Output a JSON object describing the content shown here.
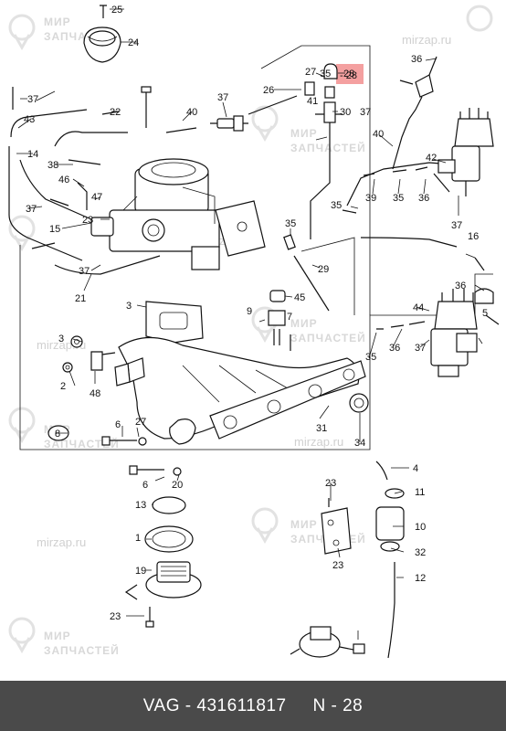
{
  "watermark": {
    "line1": "МИР",
    "line2": "ЗАПЧАСТЕЙ",
    "site": "mirzap.ru"
  },
  "highlight": {
    "label": "28",
    "color": "#f4a0a0"
  },
  "callouts": [
    "25",
    "24",
    "37",
    "43",
    "22",
    "14",
    "38",
    "46",
    "47",
    "23",
    "15",
    "37",
    "37",
    "21",
    "37",
    "40",
    "26",
    "27",
    "28",
    "30",
    "35",
    "37",
    "41",
    "40",
    "36",
    "42",
    "35",
    "39",
    "35",
    "36",
    "37",
    "16",
    "35",
    "29",
    "45",
    "7",
    "9",
    "3",
    "3",
    "2",
    "48",
    "36",
    "44",
    "35",
    "36",
    "37",
    "5",
    "6",
    "27",
    "8",
    "31",
    "34",
    "4",
    "6",
    "20",
    "23",
    "11",
    "13",
    "1",
    "10",
    "19",
    "23",
    "32",
    "12",
    "23"
  ],
  "footer": {
    "brand": "VAG",
    "part_number": "431611817",
    "position": "N - 28"
  }
}
